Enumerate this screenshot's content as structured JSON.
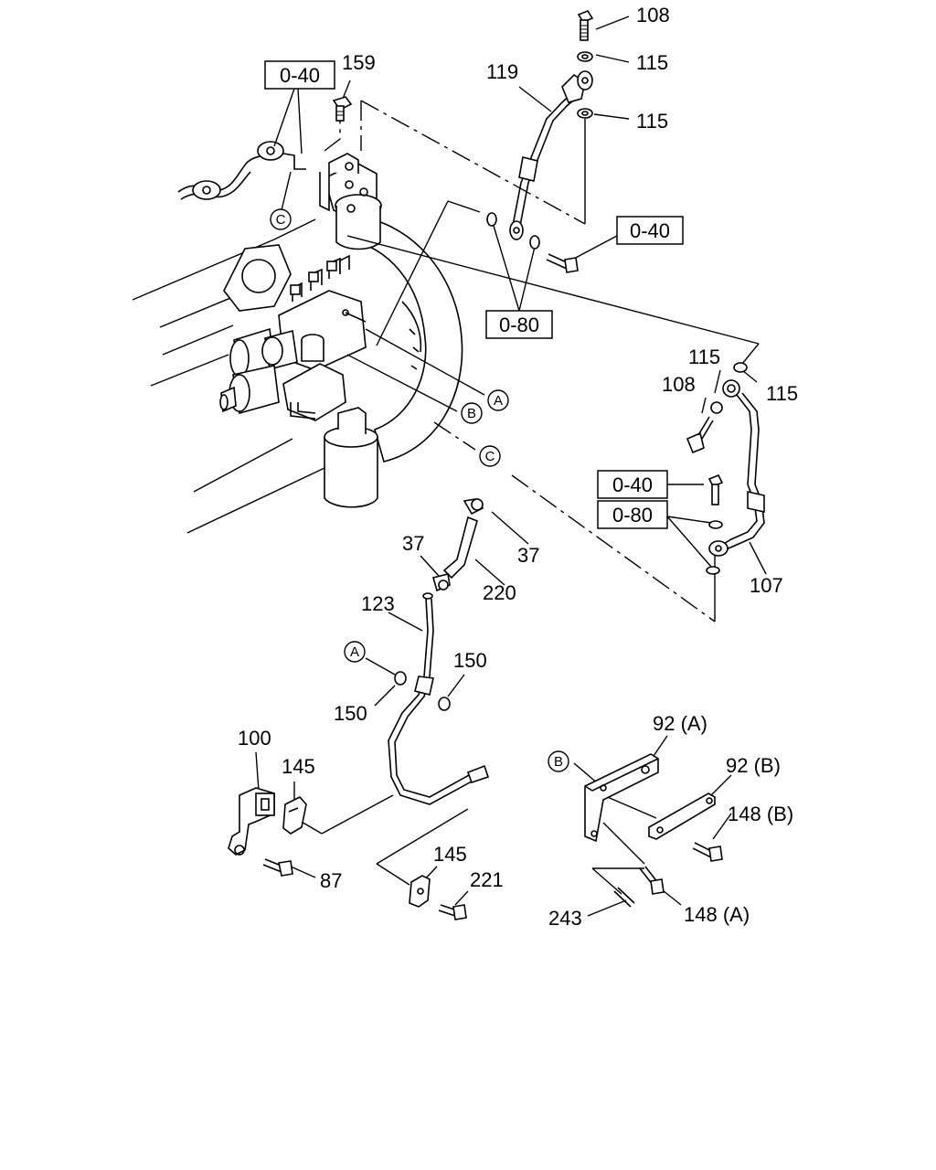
{
  "labels": {
    "l108a": "108",
    "l115a": "115",
    "l115b": "115",
    "l119": "119",
    "l159": "159",
    "l115c": "115",
    "l115d": "115",
    "l108b": "108",
    "l107": "107",
    "l37a": "37",
    "l37b": "37",
    "l220": "220",
    "l123": "123",
    "l150a": "150",
    "l150b": "150",
    "l100": "100",
    "l145a": "145",
    "l87": "87",
    "l145b": "145",
    "l221": "221",
    "l92a": "92 (A)",
    "l92b": "92 (B)",
    "l148b": "148 (B)",
    "l148a": "148 (A)",
    "l243": "243"
  },
  "boxes": {
    "b040a": "0-40",
    "b040b": "0-40",
    "b080a": "0-80",
    "b040c": "0-40",
    "b080b": "0-80"
  },
  "refs": {
    "rA1": "A",
    "rB1": "B",
    "rC1": "C",
    "rC2": "C",
    "rA2": "A",
    "rB2": "B"
  }
}
